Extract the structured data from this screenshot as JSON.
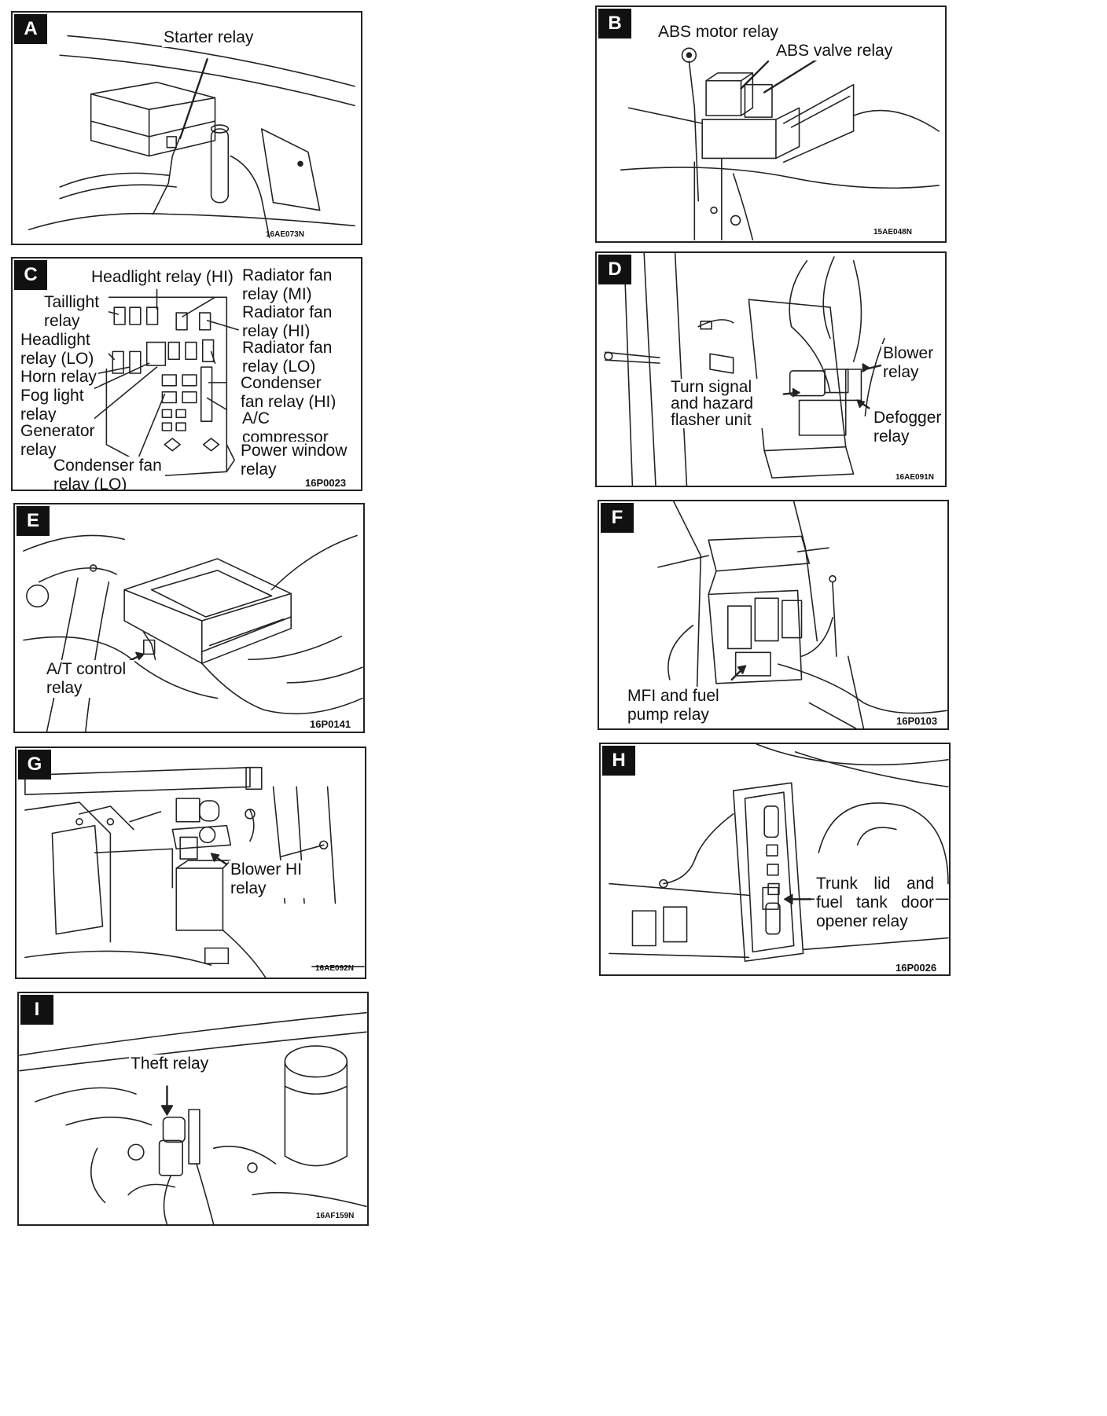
{
  "panels": [
    {
      "id": "A",
      "labels": [
        "Starter relay"
      ],
      "code": "16AE073N"
    },
    {
      "id": "B",
      "labels": [
        "ABS motor relay",
        "ABS valve relay"
      ],
      "code": "15AE048N"
    },
    {
      "id": "C",
      "labels": [
        "Headlight relay (HI)",
        "Radiator fan relay (MI)",
        "Taillight relay",
        "Radiator fan relay (HI)",
        "Headlight relay (LO)",
        "Radiator fan relay (LO)",
        "Horn relay",
        "Condenser fan relay (HI)",
        "Fog light relay",
        "A/C compressor relay",
        "Generator relay",
        "Power window relay",
        "Condenser fan relay (LO)"
      ],
      "code": "16P0023"
    },
    {
      "id": "D",
      "labels": [
        "Blower relay",
        "Turn signal and hazard flasher unit",
        "Defogger relay"
      ],
      "code": "16AE091N"
    },
    {
      "id": "E",
      "labels": [
        "A/T control relay"
      ],
      "code": "16P0141"
    },
    {
      "id": "F",
      "labels": [
        "MFI and fuel pump relay"
      ],
      "code": "16P0103"
    },
    {
      "id": "G",
      "labels": [
        "Blower HI relay"
      ],
      "code": "16AE092N"
    },
    {
      "id": "H",
      "labels": [
        "Trunk lid and fuel tank door opener relay"
      ],
      "code": "16P0026"
    },
    {
      "id": "I",
      "labels": [
        "Theft relay"
      ],
      "code": "16AF159N"
    }
  ]
}
